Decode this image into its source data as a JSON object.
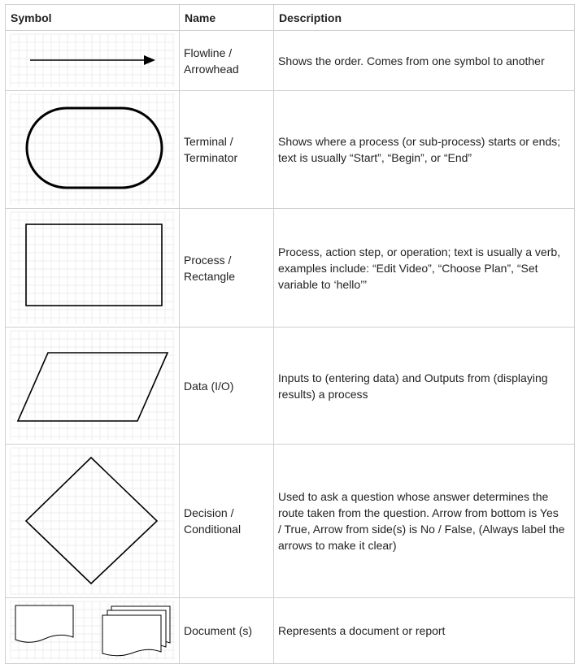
{
  "headers": {
    "symbol": "Symbol",
    "name": "Name",
    "description": "Description"
  },
  "rows": [
    {
      "icon": "flowline-arrow-icon",
      "name_line1": "Flowline /",
      "name_line2": "Arrowhead",
      "desc_lines": [
        "Shows the order. Comes from one symbol to another"
      ]
    },
    {
      "icon": "terminal-oval-icon",
      "name_line1": "Terminal /",
      "name_line2": "Terminator",
      "desc_lines": [
        "Shows where a process (or sub-process) starts or ends;",
        "text is usually “Start”, “Begin”, or “End”"
      ]
    },
    {
      "icon": "process-rectangle-icon",
      "name_line1": "Process /",
      "name_line2": "Rectangle",
      "desc_lines": [
        "Process, action step, or operation; text is usually a verb,",
        "examples include: “Edit Video”, “Choose Plan”, “Set",
        "variable to ‘hello’”"
      ]
    },
    {
      "icon": "data-parallelogram-icon",
      "name_line1": "Data (I/O)",
      "name_line2": "",
      "desc_lines": [
        "Inputs to (entering data) and Outputs from (displaying",
        "results) a process"
      ]
    },
    {
      "icon": "decision-diamond-icon",
      "name_line1": "Decision /",
      "name_line2": "Conditional",
      "desc_lines": [
        "Used to ask a question whose answer determines the",
        "route taken from the question. Arrow from bottom is Yes",
        "/ True, Arrow from side(s) is No / False, (Always label the",
        "arrows to make it clear)"
      ]
    },
    {
      "icon": "document-icon",
      "name_line1": "Document (s)",
      "name_line2": "",
      "desc_lines": [
        "Represents a document or report"
      ]
    }
  ]
}
